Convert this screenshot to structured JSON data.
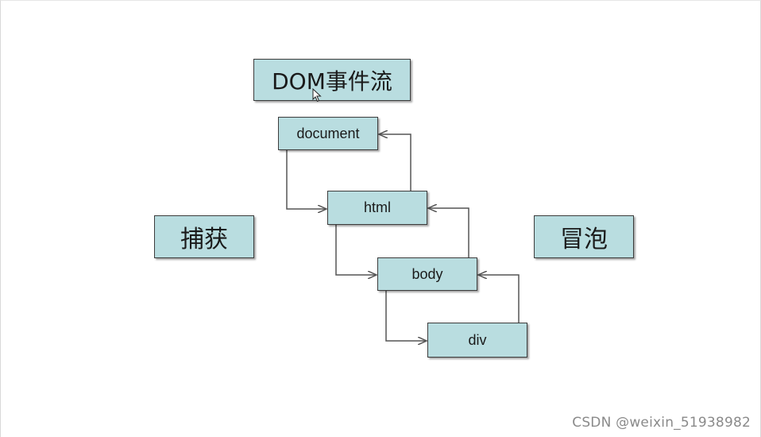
{
  "title": "DOM事件流",
  "capture_label": "捕获",
  "bubble_label": "冒泡",
  "nodes": {
    "document": "document",
    "html": "html",
    "body": "body",
    "div": "div"
  },
  "flow": {
    "capture": [
      "document",
      "html",
      "body",
      "div"
    ],
    "bubble": [
      "div",
      "body",
      "html",
      "document"
    ]
  },
  "watermark": "CSDN @weixin_51938982",
  "colors": {
    "box_fill": "#b9dde0",
    "box_border": "#3c3c3c",
    "arrow": "#555555"
  }
}
